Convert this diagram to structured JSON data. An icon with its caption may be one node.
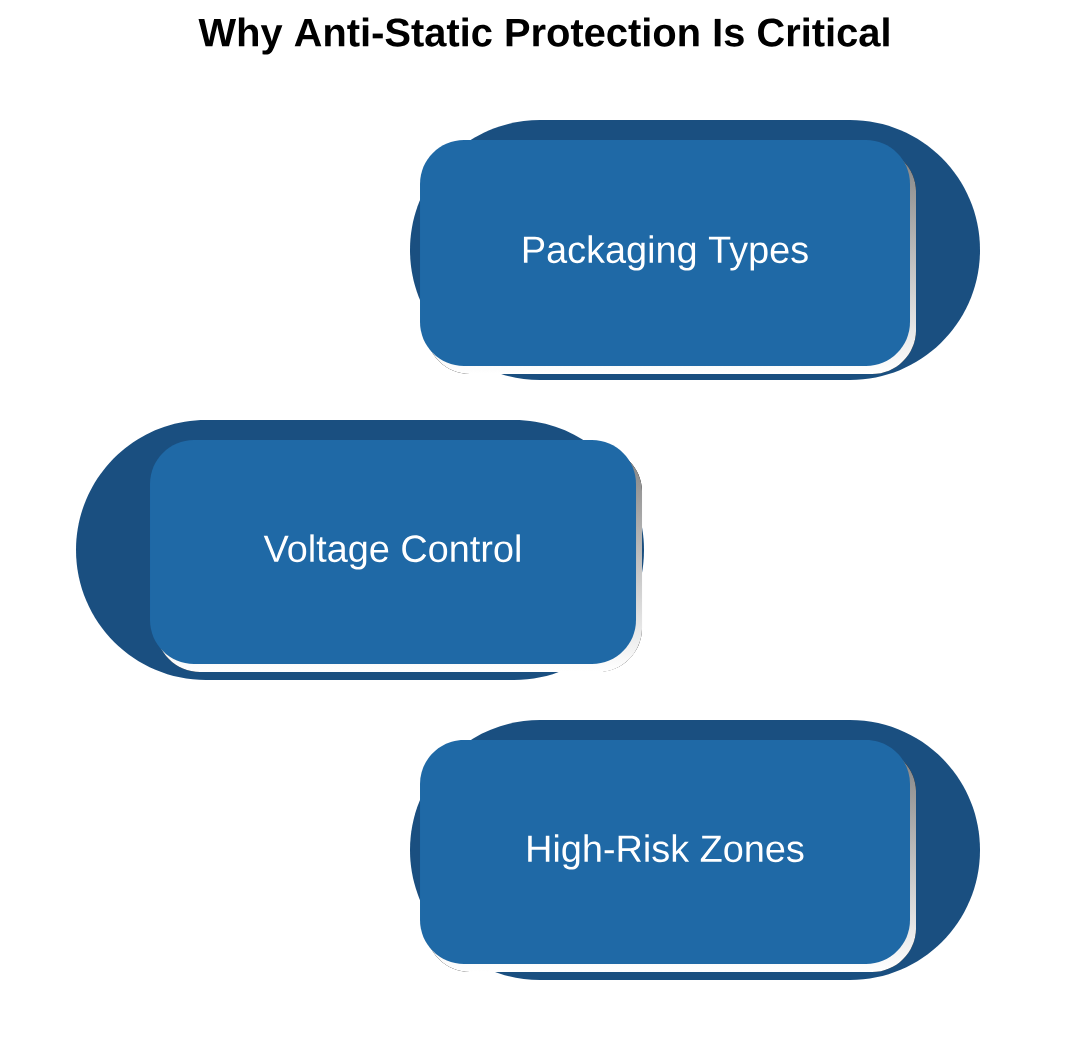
{
  "diagram": {
    "title": "Why Anti-Static Protection Is Critical",
    "nodes": [
      {
        "text": [
          "Packaging Types"
        ]
      },
      {
        "text": [
          "Voltage Control"
        ]
      },
      {
        "text": [
          "High-Risk Zones"
        ]
      }
    ]
  }
}
